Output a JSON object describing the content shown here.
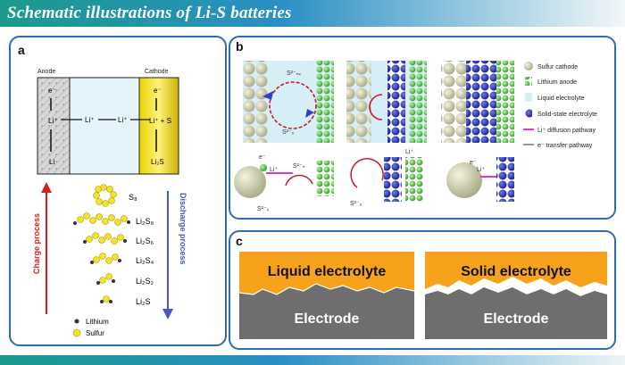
{
  "banner": {
    "title": "Schematic illustrations of Li-S batteries"
  },
  "panel_a": {
    "label": "a",
    "anode_label": "Anode",
    "cathode_label": "Cathode",
    "electron": "e⁻",
    "li_ion": "Li⁺",
    "li": "Li",
    "li_plus_s": "Li⁺ + S",
    "li2s": "Li₂S",
    "charge_label": "Charge process",
    "discharge_label": "Discharge process",
    "species": [
      "S₈",
      "Li₂S₈",
      "Li₂S₆",
      "Li₂S₄",
      "Li₂S₂",
      "Li₂S"
    ],
    "legend_lithium": "Lithium",
    "legend_sulfur": "Sulfur"
  },
  "panel_b": {
    "label": "b",
    "legend": [
      "Sulfur cathode",
      "Lithium anode",
      "Liquid electrolyte",
      "Solid-state electrolyte",
      "Li⁺ diffusion pathway",
      "e⁻ transfer pathway"
    ],
    "s_nx": "S²⁻ₙₓ",
    "s_x": "S²⁻ₓ",
    "s_n": "S²⁻ₙ",
    "li_plus": "Li⁺",
    "e_minus": "e⁻"
  },
  "panel_c": {
    "label": "c",
    "liquid_electrolyte": "Liquid electrolyte",
    "solid_electrolyte": "Solid electrolyte",
    "electrode_left": "Electrode",
    "electrode_right": "Electrode"
  },
  "colors": {
    "banner_start": "#1b9a8c",
    "banner_mid": "#2a8fc4",
    "panel_border": "#2e6bb3",
    "electrolyte_orange": "#f7a21b",
    "electrode_gray": "#6e6e6e",
    "sulfur_yellow": "#f2e32b",
    "lithium_green": "#5ccb3e",
    "solid_electrolyte_blue": "#2434b8"
  }
}
